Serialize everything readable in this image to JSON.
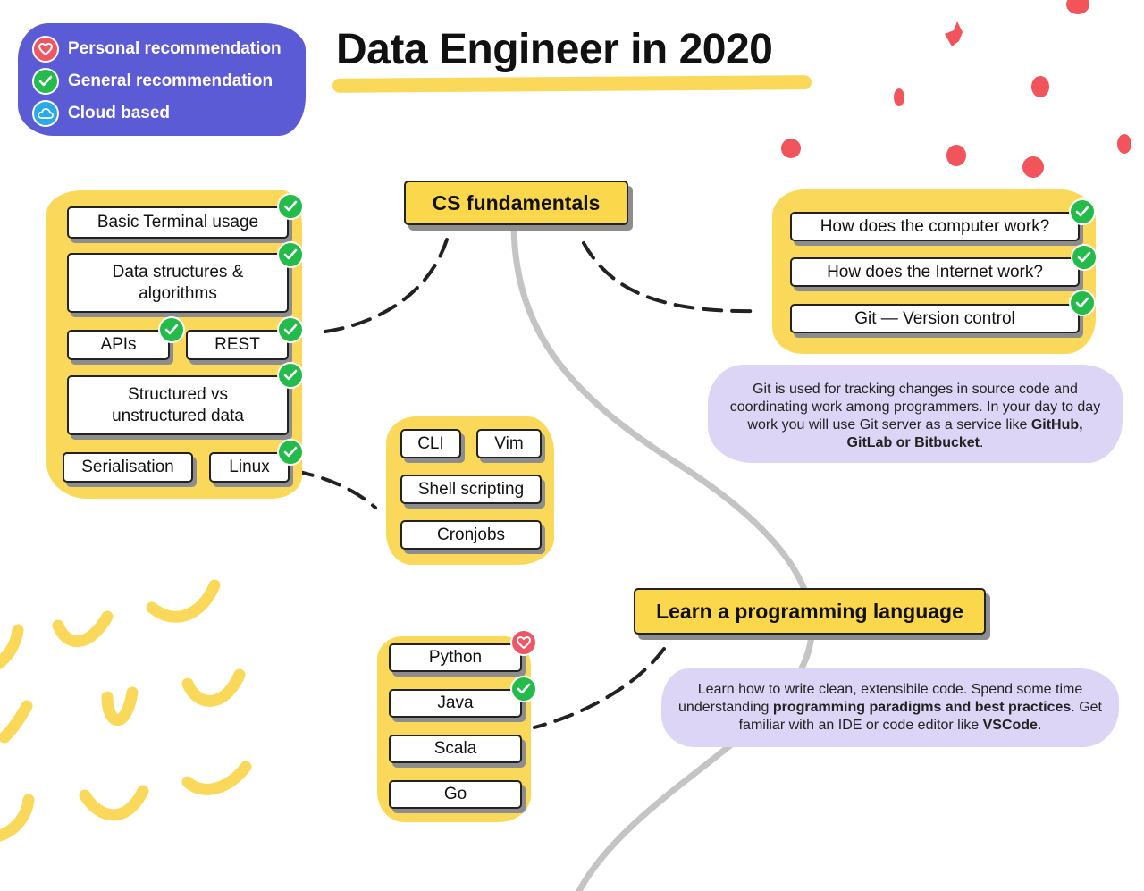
{
  "title": "Data Engineer in 2020",
  "legend": [
    {
      "label": "Personal recommendation",
      "icon": "heart-icon",
      "color": "#ee5663"
    },
    {
      "label": "General recommendation",
      "icon": "check-icon",
      "color": "#23bc4b"
    },
    {
      "label": "Cloud based",
      "icon": "cloud-icon",
      "color": "#29a9e8"
    }
  ],
  "colors": {
    "highlight": "#fad95a",
    "legend_bg": "#5b5bd6",
    "note_bg": "#ddd5f5",
    "check": "#23bc4b",
    "heart": "#ee5663",
    "confetti": "#f2545b"
  },
  "hubs": {
    "cs": "CS fundamentals",
    "lang": "Learn a programming language"
  },
  "left_group": {
    "basic_terminal": "Basic Terminal usage",
    "data_structures": "Data structures & algorithms",
    "apis": "APIs",
    "rest": "REST",
    "structured": "Structured vs unstructured data",
    "serialisation": "Serialisation",
    "linux": "Linux"
  },
  "right_group": {
    "computer": "How does the computer work?",
    "internet": "How does the Internet work?",
    "git": "Git — Version control"
  },
  "linux_group": {
    "cli": "CLI",
    "vim": "Vim",
    "shell": "Shell scripting",
    "cron": "Cronjobs"
  },
  "languages": {
    "python": "Python",
    "java": "Java",
    "scala": "Scala",
    "go": "Go"
  },
  "git_note": {
    "text": "Git is used for tracking changes in source code and coordinating work among programmers. In your day to day work you will use Git server as a service like ",
    "bold": "GitHub, GitLab or Bitbucket",
    "end": "."
  },
  "lang_note": {
    "text1": "Learn how to write clean, extensibile code. Spend some time understanding ",
    "bold1": "programming paradigms and best practices",
    "text2": ". Get familiar with an IDE or code editor like ",
    "bold2": "VSCode",
    "end": "."
  }
}
